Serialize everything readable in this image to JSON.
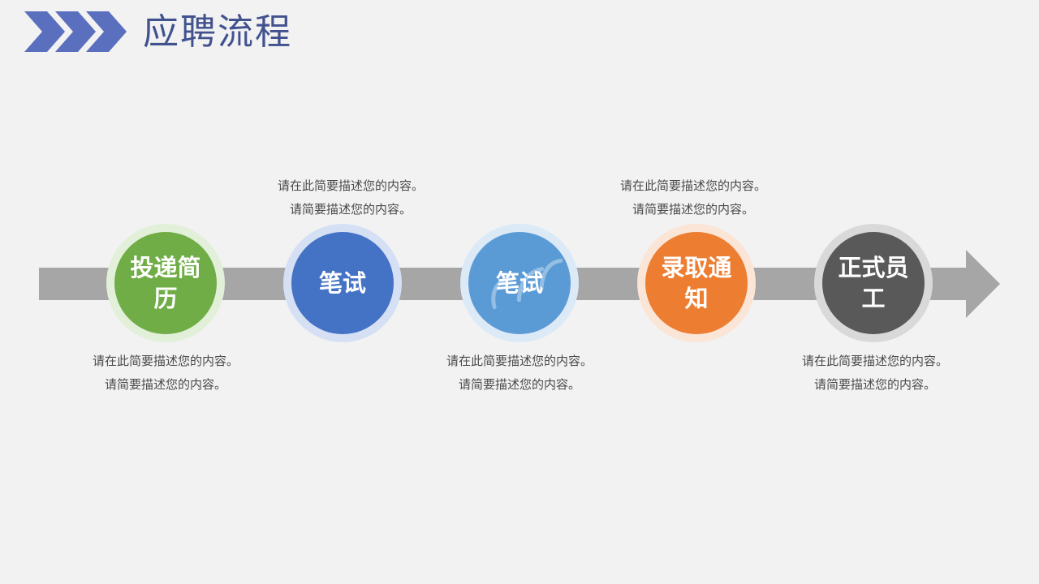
{
  "header": {
    "title": "应聘流程",
    "chevron_color": "#5b6fbf"
  },
  "flow": {
    "arrow_color": "#a6a6a6",
    "steps": [
      {
        "label": "投递简历",
        "color": "#70ad47",
        "ring_color": "#e2efd9",
        "desc_line1": "请在此简要描述您的内容。",
        "desc_line2": "请简要描述您的内容。",
        "desc_position": "below"
      },
      {
        "label": "笔试",
        "color": "#4472c4",
        "ring_color": "#d6e0f5",
        "desc_line1": "请在此简要描述您的内容。",
        "desc_line2": "请简要描述您的内容。",
        "desc_position": "above"
      },
      {
        "label": "笔试",
        "color": "#5b9bd5",
        "ring_color": "#dce9f6",
        "desc_line1": "请在此简要描述您的内容。",
        "desc_line2": "请简要描述您的内容。",
        "desc_position": "below"
      },
      {
        "label": "录取通知",
        "color": "#ed7d31",
        "ring_color": "#fbe5d6",
        "desc_line1": "请在此简要描述您的内容。",
        "desc_line2": "请简要描述您的内容。",
        "desc_position": "above"
      },
      {
        "label": "正式员工",
        "color": "#595959",
        "ring_color": "#d9d9d9",
        "desc_line1": "请在此简要描述您的内容。",
        "desc_line2": "请简要描述您的内容。",
        "desc_position": "below"
      }
    ]
  }
}
